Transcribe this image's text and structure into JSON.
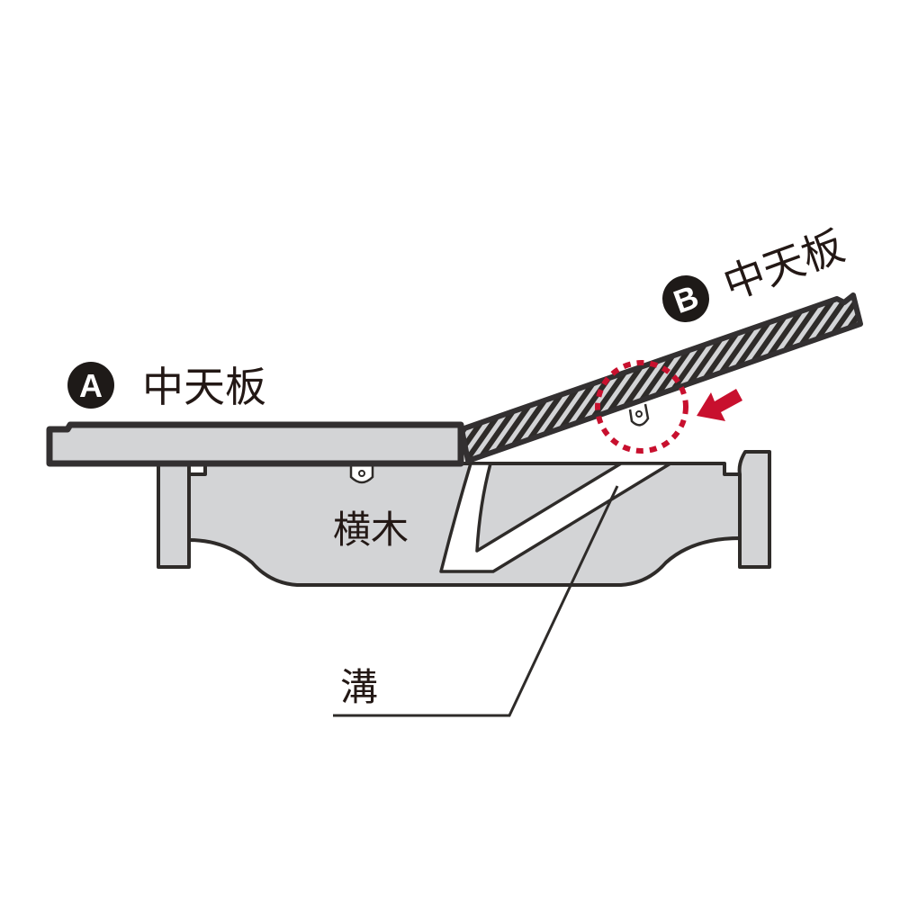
{
  "labels": {
    "a_badge": "A",
    "a_name": "中天板",
    "b_badge": "B",
    "b_name": "中天板",
    "crossbar": "横木",
    "groove": "溝"
  },
  "colors": {
    "outline": "#2e2b29",
    "fill": "#d3d4d6",
    "accent": "#c8102e",
    "badge": "#1e1a18"
  }
}
